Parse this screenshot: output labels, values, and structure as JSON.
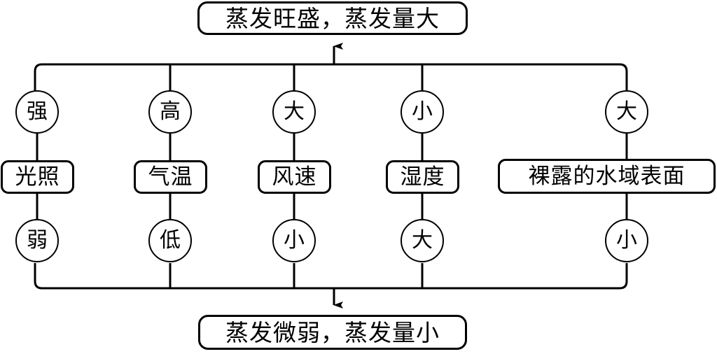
{
  "diagram": {
    "title_top": "蒸发旺盛，蒸发量大",
    "title_bottom": "蒸发微弱，蒸发量小",
    "line_color": "#000000",
    "background_color": "#ffffff",
    "columns": [
      {
        "factor": "光照",
        "high": "强",
        "low": "弱"
      },
      {
        "factor": "气温",
        "high": "高",
        "low": "低"
      },
      {
        "factor": "风速",
        "high": "大",
        "low": "小"
      },
      {
        "factor": "湿度",
        "high": "小",
        "low": "大"
      },
      {
        "factor": "裸露的水域表面",
        "high": "大",
        "low": "小"
      }
    ]
  }
}
